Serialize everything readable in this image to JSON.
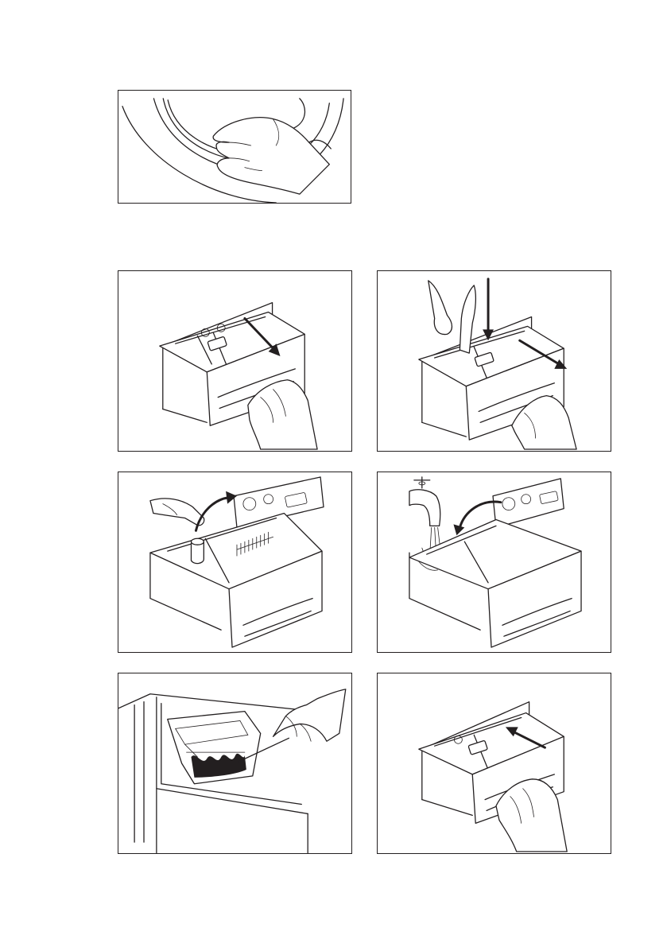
{
  "figures": [
    {
      "id": "door-seal-cleaning",
      "icon": "hand-cleaning-door-seal-icon"
    },
    {
      "id": "drawer-pull-out",
      "icon": "hand-pulling-drawer-icon"
    },
    {
      "id": "drawer-release-press",
      "icon": "finger-pressing-release-lever-icon"
    },
    {
      "id": "drawer-brush-clean",
      "icon": "brush-cleaning-drawer-icon"
    },
    {
      "id": "drawer-rinse-tap",
      "icon": "water-tap-rinse-icon"
    },
    {
      "id": "recess-brush-clean",
      "icon": "brush-cleaning-recess-icon"
    },
    {
      "id": "drawer-push-in",
      "icon": "hand-pushing-drawer-icon"
    }
  ],
  "colors": {
    "line": "#231f20",
    "background": "#ffffff"
  }
}
